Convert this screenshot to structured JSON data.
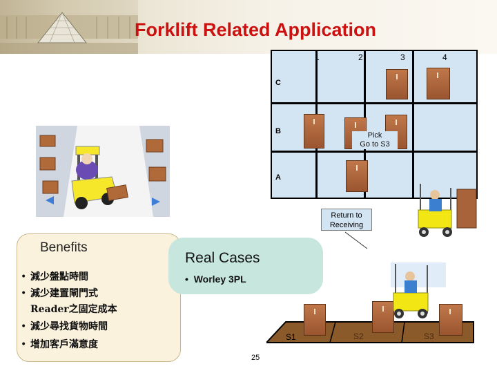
{
  "title": "Forklift Related Application",
  "rack": {
    "columns": [
      "1",
      "2",
      "3",
      "4"
    ],
    "rows": [
      "C",
      "B",
      "A"
    ],
    "pick_label_line1": "Pick",
    "pick_label_line2": "Go to S3",
    "return_label_line1": "Return to",
    "return_label_line2": "Receiving"
  },
  "benefits": {
    "heading": "Benefits",
    "items": [
      "減少盤點時間",
      "減少建置閘門式",
      "Reader之固定成本",
      "減少尋找貨物時間",
      "增加客戶滿意度"
    ]
  },
  "real_cases": {
    "heading": "Real Cases",
    "items": [
      "Worley 3PL"
    ]
  },
  "floor": {
    "slots": [
      "S1",
      "S2",
      "S3"
    ]
  },
  "page_number": "25",
  "colors": {
    "title": "#cc1111",
    "rack_fill": "#d3e4f3",
    "benefits_fill": "#fbf2dd",
    "cases_fill": "#c6e6de",
    "floor": "#8b5a2b",
    "forklift": "#f2e615",
    "box": "#a8633a"
  },
  "icons": [
    "louvre-pyramid-photo",
    "warehouse-forklift-illustration",
    "forklift-icon",
    "cardboard-box-icon"
  ]
}
